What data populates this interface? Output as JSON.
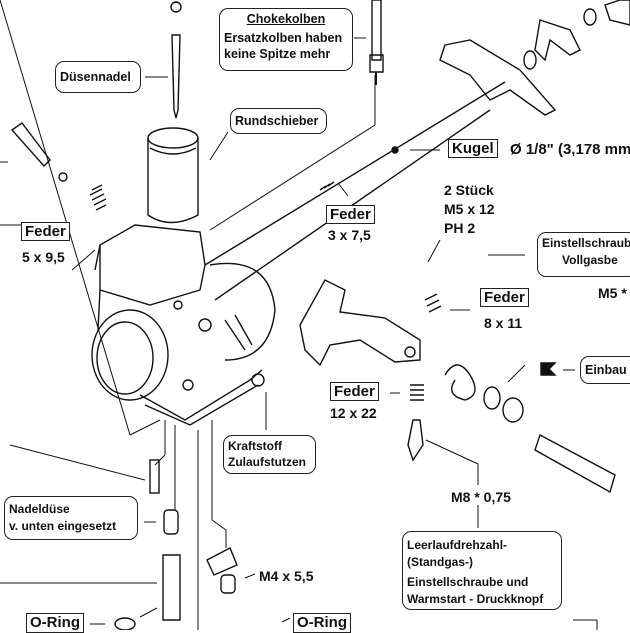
{
  "labels": {
    "chokekolben_title": "Chokekolben",
    "chokekolben_line1": "Ersatzkolben haben",
    "chokekolben_line2": "keine Spitze mehr",
    "duesennadel": "Düsennadel",
    "rundschieber": "Rundschieber",
    "kugel": "Kugel",
    "kugel_size": "Ø 1/8\" (3,178 mm",
    "feder_a": "Feder",
    "feder_a_size": "3 x 7,5",
    "feder_b": "Feder",
    "feder_b_size": "5 x 9,5",
    "feder_c": "Feder",
    "feder_c_size": "8 x 11",
    "feder_d": "Feder",
    "feder_d_size": "12 x 22",
    "screw_count": "2 Stück",
    "screw_size": "M5 x 12",
    "screw_head": "PH 2",
    "einstell_line1": "Einstellschraube",
    "einstell_line2": "Vollgasbe",
    "m5": "M5 *",
    "einbau": "Einbau",
    "kraftstoff_line1": "Kraftstoff",
    "kraftstoff_line2": "Zulaufstutzen",
    "nadelduese_line1": "Nadeldüse",
    "nadelduese_line2": "v. unten eingesetzt",
    "m8": "M8 * 0,75",
    "leerlauf_line1": "Leerlaufdrehzahl-",
    "leerlauf_line2": "(Standgas-)",
    "leerlauf_line3": "Einstellschraube und",
    "leerlauf_line4": "Warmstart - Druckknopf",
    "m4": "M4 x 5,5",
    "oring_left": "O-Ring",
    "oring_right": "O-Ring"
  }
}
